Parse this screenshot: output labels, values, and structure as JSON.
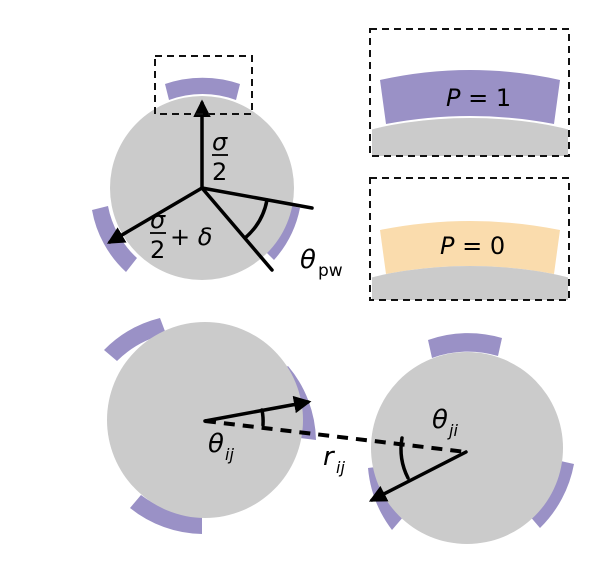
{
  "labels": {
    "sigma": "σ",
    "two": "2",
    "two_b": "2",
    "sigma_b": "σ",
    "plus_delta": "+ δ",
    "theta": "θ",
    "pw": "pw",
    "theta_ij": "θ",
    "ij": "ij",
    "theta_ji": "θ",
    "ji": "ji",
    "r": "r",
    "r_sub": "ij"
  },
  "inset_on": {
    "P": "P",
    "eq": " = 1"
  },
  "inset_off": {
    "P": "P",
    "eq": " = 0"
  },
  "colors": {
    "disk": "#cbcbcb",
    "patch_active": "#9a91c6",
    "patch_inactive": "#fadcad"
  }
}
